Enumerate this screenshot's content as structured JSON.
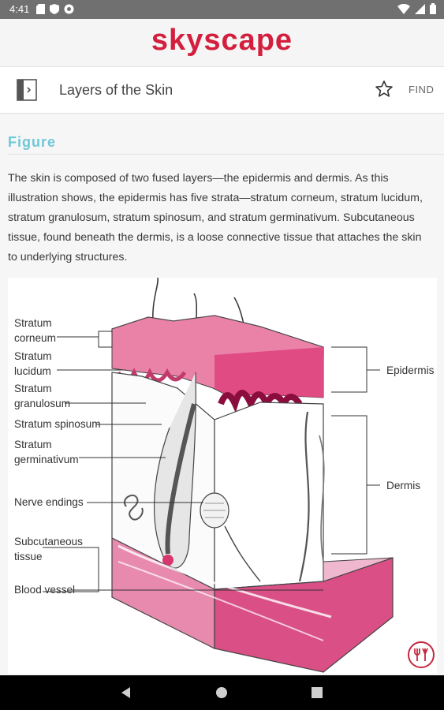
{
  "status_bar": {
    "time": "4:41"
  },
  "brand": {
    "logo_text": "skyscape"
  },
  "toolbar": {
    "title": "Layers of the Skin",
    "find_label": "FIND"
  },
  "section": {
    "heading": "Figure"
  },
  "content": {
    "description": "The skin is composed of two fused layers—the epidermis and dermis. As this illustration shows, the epidermis has five strata—stratum corneum, stratum lucidum, stratum granulosum, stratum spinosum, and stratum germinativum. Subcutaneous tissue, found beneath the dermis, is a loose connective tissue that attaches the skin to underlying structures."
  },
  "figure": {
    "labels": {
      "stratum_corneum": "Stratum\ncorneum",
      "stratum_lucidum": "Stratum\nlucidum",
      "stratum_granulosum": "Stratum\ngranulosum",
      "stratum_spinosum": "Stratum spinosum",
      "stratum_germinativum": "Stratum\ngerminativum",
      "nerve_endings": "Nerve endings",
      "subcutaneous_tissue": "Subcutaneous\ntissue",
      "blood_vessel": "Blood vessel",
      "epidermis": "Epidermis",
      "dermis": "Dermis"
    }
  },
  "colors": {
    "brand_red": "#d31f3d",
    "section_teal": "#6ec8d8",
    "skin_pink": "#e0457f"
  },
  "icons": {
    "toc": "table-of-contents-icon",
    "bookmark": "star-outline-icon",
    "fab": "tools-icon",
    "nav_back": "triangle-back-icon",
    "nav_home": "circle-home-icon",
    "nav_recents": "square-recents-icon"
  }
}
